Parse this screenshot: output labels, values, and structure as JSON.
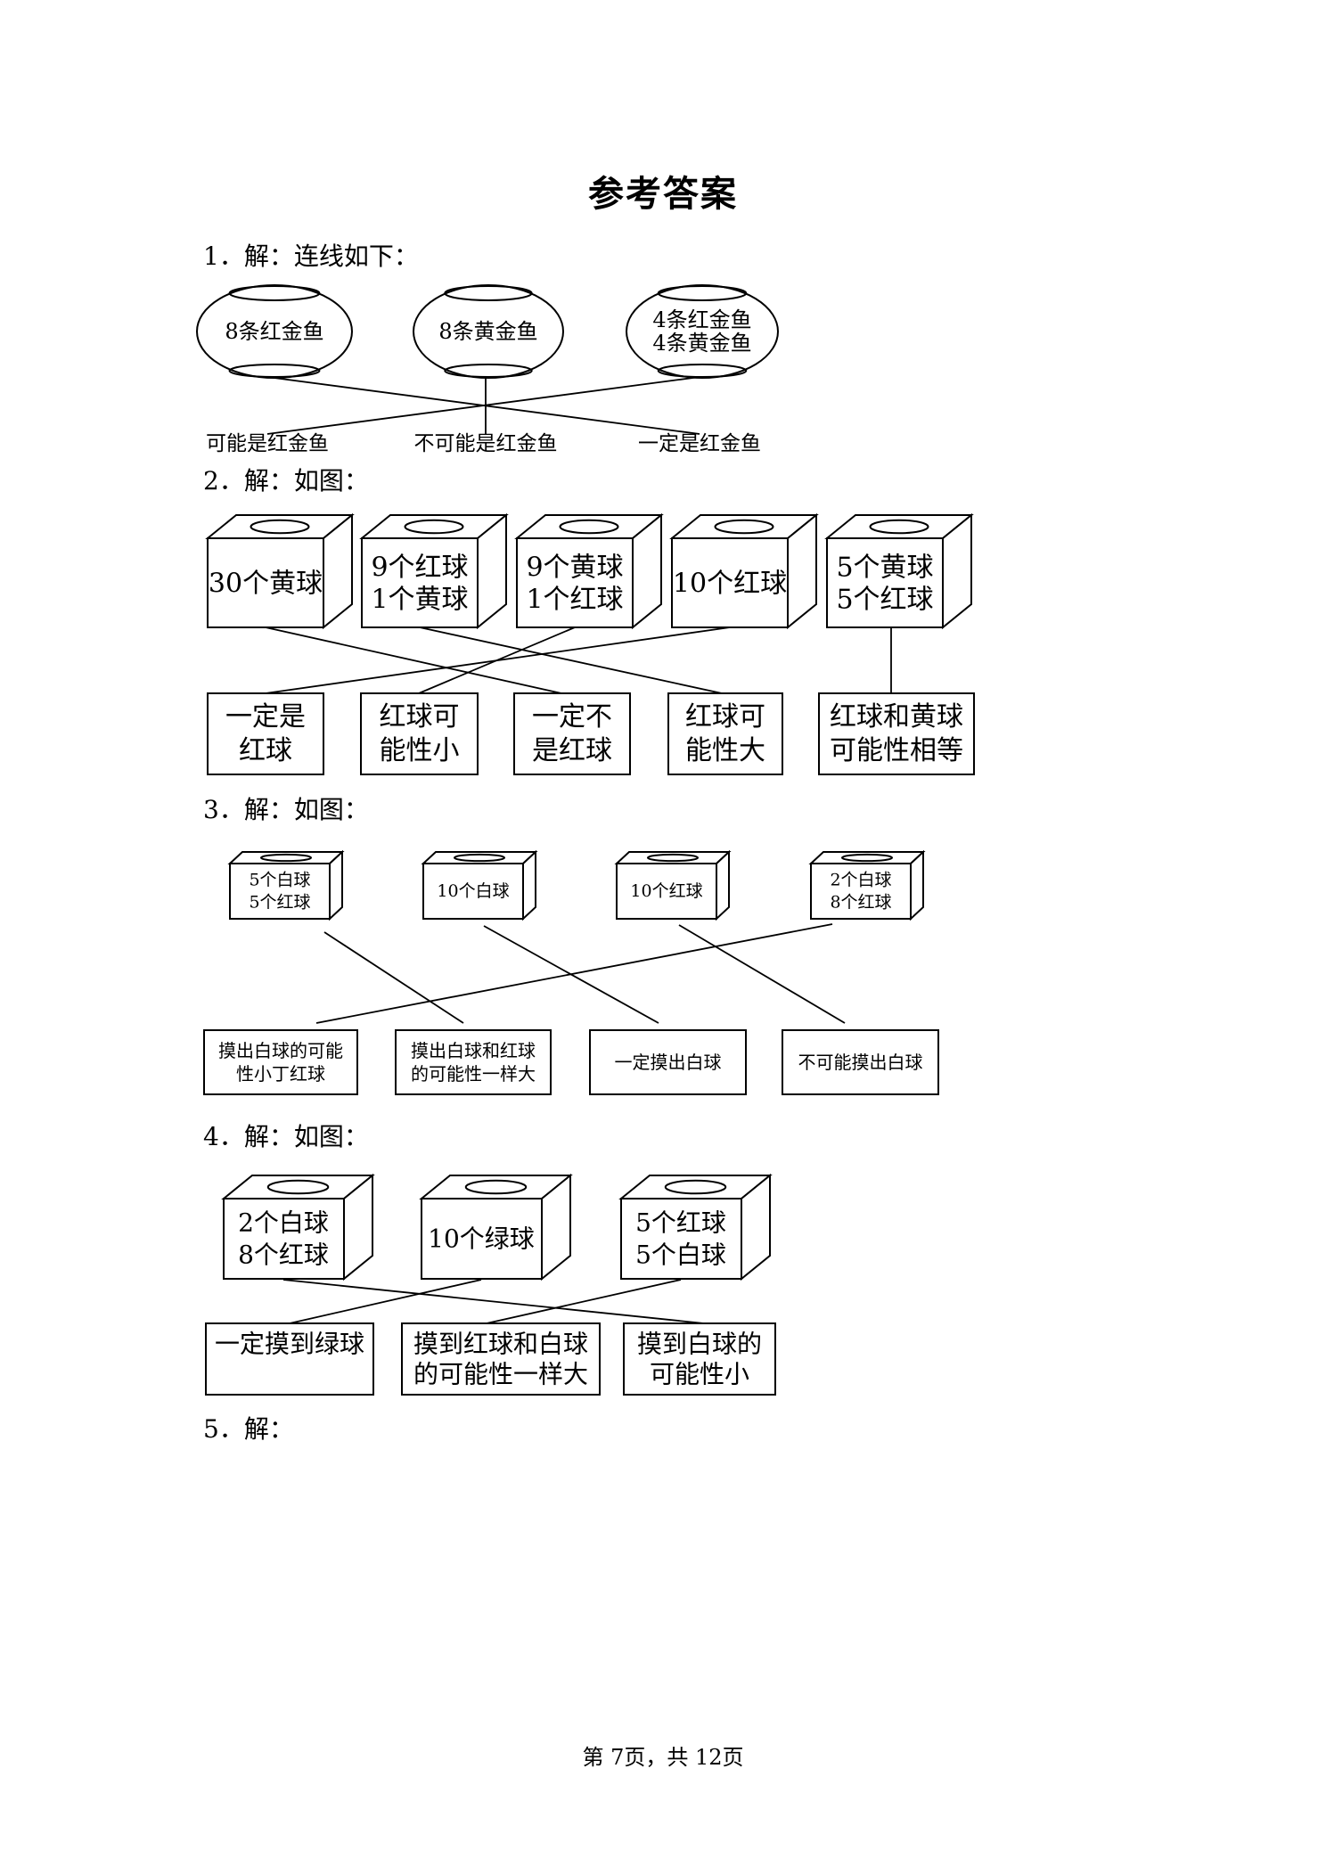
{
  "title": "参考答案",
  "q1": {
    "heading": "1．解：连线如下：",
    "bowls": [
      [
        "8条红金鱼"
      ],
      [
        "8条黄金鱼"
      ],
      [
        "4条红金鱼",
        "4条黄金鱼"
      ]
    ],
    "labels": [
      "可能是红金鱼",
      "不可能是红金鱼",
      "一定是红金鱼"
    ]
  },
  "q2": {
    "heading": "2．解：如图：",
    "boxes": [
      [
        "30个黄球"
      ],
      [
        "9个红球",
        "1个黄球"
      ],
      [
        "9个黄球",
        "1个红球"
      ],
      [
        "10个红球"
      ],
      [
        "5个黄球",
        "5个红球"
      ]
    ],
    "answers": [
      [
        "一定是",
        "红球"
      ],
      [
        "红球可",
        "能性小"
      ],
      [
        "一定不",
        "是红球"
      ],
      [
        "红球可",
        "能性大"
      ],
      [
        "红球和黄球",
        "可能性相等"
      ]
    ]
  },
  "q3": {
    "heading": "3．解：如图：",
    "boxes": [
      [
        "5个白球",
        "5个红球"
      ],
      [
        "10个白球"
      ],
      [
        "10个红球"
      ],
      [
        "2个白球",
        "8个红球"
      ]
    ],
    "answers": [
      [
        "摸出白球的可能",
        "性小丁红球"
      ],
      [
        "摸出白球和红球",
        "的可能性一样大"
      ],
      [
        "一定摸出白球"
      ],
      [
        "不可能摸出白球"
      ]
    ]
  },
  "q4": {
    "heading": "4．解：如图：",
    "boxes": [
      [
        "2个白球",
        "8个红球"
      ],
      [
        "10个绿球"
      ],
      [
        "5个红球",
        "5个白球"
      ]
    ],
    "answers": [
      [
        "一定摸到绿球"
      ],
      [
        "摸到红球和白球",
        "的可能性一样大"
      ],
      [
        "摸到白球的",
        "可能性小"
      ]
    ]
  },
  "q5": {
    "heading": "5．解："
  },
  "footer": "第 7页，共 12页"
}
